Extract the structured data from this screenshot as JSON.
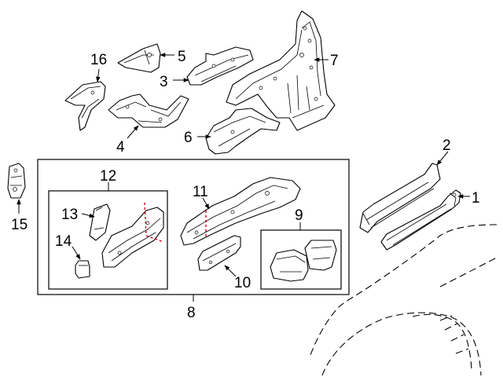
{
  "callouts": [
    "1",
    "2",
    "3",
    "4",
    "5",
    "6",
    "7",
    "8",
    "9",
    "10",
    "11",
    "12",
    "13",
    "14",
    "15",
    "16"
  ],
  "colors": {
    "line": "#000000",
    "cut_line": "#d0021b",
    "background": "#ffffff"
  }
}
